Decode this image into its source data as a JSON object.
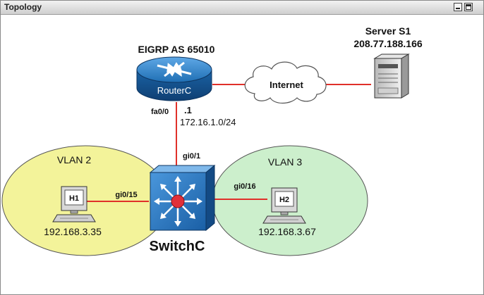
{
  "window": {
    "title": "Topology"
  },
  "router": {
    "label": "RouterC",
    "as_label": "EIGRP AS 65010",
    "interface": "fa0/0",
    "host_id": ".1",
    "network": "172.16.1.0/24"
  },
  "internet": {
    "label": "Internet"
  },
  "server": {
    "name": "Server S1",
    "ip": "208.77.188.166"
  },
  "switch": {
    "label": "SwitchC",
    "uplink_port": "gi0/1"
  },
  "vlans": [
    {
      "label": "VLAN 2",
      "port": "gi0/15",
      "host": "H1",
      "host_ip": "192.168.3.35"
    },
    {
      "label": "VLAN 3",
      "port": "gi0/16",
      "host": "H2",
      "host_ip": "192.168.3.67"
    }
  ],
  "colors": {
    "link": "#e0302a",
    "vlan2_fill": "#f3f39a",
    "vlan3_fill": "#ccefcc",
    "device_blue": "#1f6fb4",
    "switch_center": "#e0303a"
  }
}
